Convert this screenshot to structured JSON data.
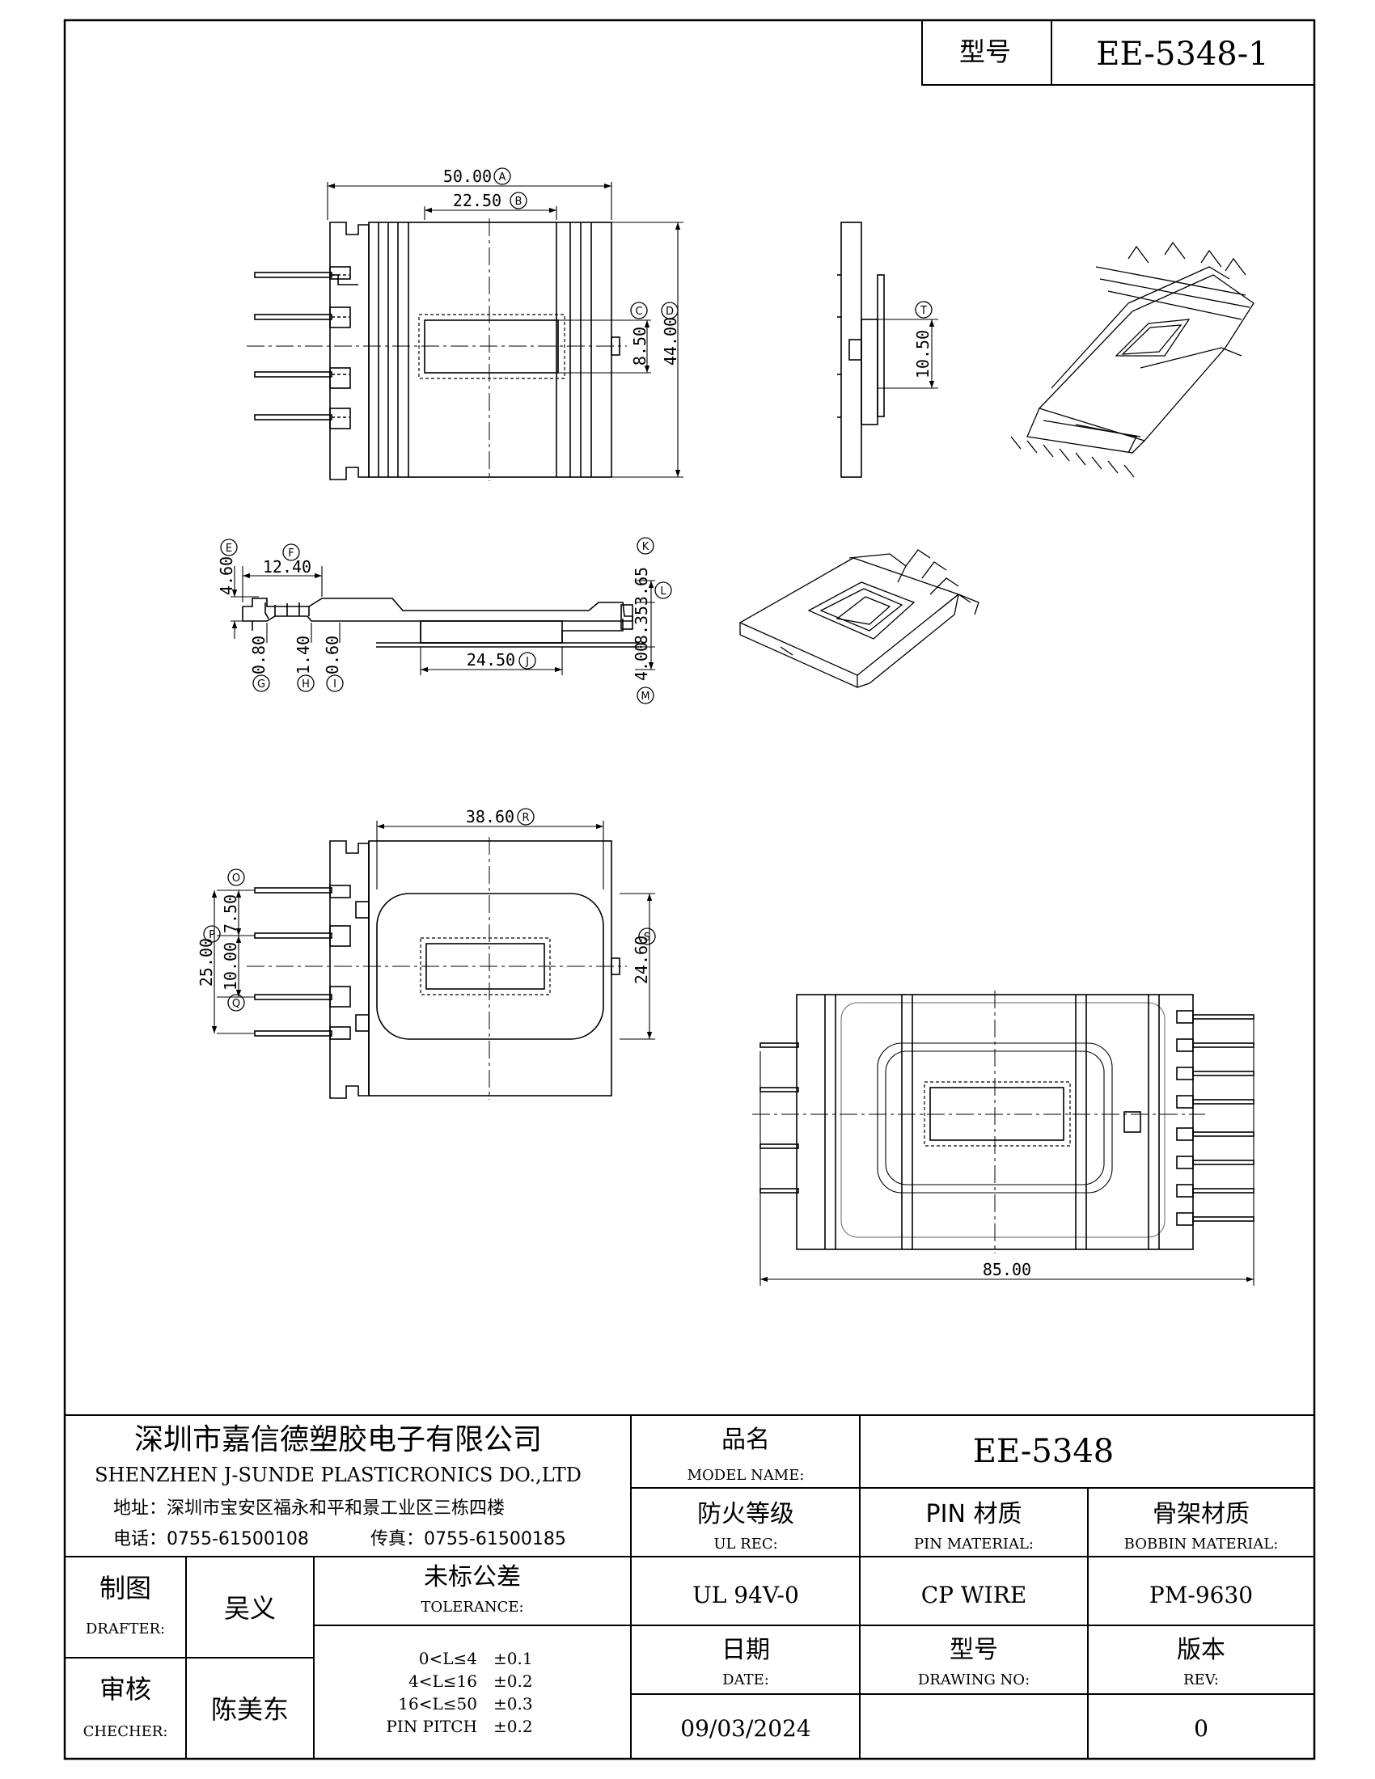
{
  "header": {
    "model_label": "型号",
    "model_value": "EE-5348-1"
  },
  "dims": {
    "A": "50.00",
    "B": "22.50",
    "C": "8.50",
    "D": "44.00",
    "T": "10.50",
    "E": "4.60",
    "F": "12.40",
    "G": "0.80",
    "H": "1.40",
    "I": "0.60",
    "J": "24.50",
    "K": "3.65",
    "L": "8.35",
    "M": "4.00",
    "R": "38.60",
    "O": "7.50",
    "P": "25.00",
    "Q": "10.00",
    "S": "24.60",
    "total": "85.00"
  },
  "callouts": [
    "A",
    "B",
    "C",
    "D",
    "T",
    "E",
    "F",
    "G",
    "H",
    "I",
    "J",
    "K",
    "L",
    "M",
    "R",
    "O",
    "P",
    "Q",
    "S"
  ],
  "title_block": {
    "company_cn": "深圳市嘉信德塑胶电子有限公司",
    "company_en": "SHENZHEN J-SUNDE PLASTICRONICS DO.,LTD",
    "address": "地址：深圳市宝安区福永和平和景工业区三栋四楼",
    "phone": "电话：0755-61500108",
    "fax": "传真：0755-61500185",
    "product_name_cn": "品名",
    "product_name_en": "MODEL NAME:",
    "product_name_value": "EE-5348",
    "fire_cn": "防火等级",
    "fire_en": "UL REC:",
    "fire_value": "UL 94V-0",
    "pin_cn": "PIN 材质",
    "pin_en": "PIN MATERIAL:",
    "pin_value": "CP WIRE",
    "bobbin_cn": "骨架材质",
    "bobbin_en": "BOBBIN MATERIAL:",
    "bobbin_value": "PM-9630",
    "drafter_cn": "制图",
    "drafter_en": "DRAFTER:",
    "drafter_value": "吴义",
    "checker_cn": "审核",
    "checker_en": "CHECHER:",
    "checker_value": "陈美东",
    "tolerance_cn": "未标公差",
    "tolerance_en": "TOLERANCE:",
    "tolerances": [
      {
        "range": "0<L≤4",
        "value": "±0.1"
      },
      {
        "range": "4<L≤16",
        "value": "±0.2"
      },
      {
        "range": "16<L≤50",
        "value": "±0.3"
      },
      {
        "range": "PIN PITCH",
        "value": "±0.2"
      }
    ],
    "date_cn": "日期",
    "date_en": "DATE:",
    "date_value": "09/03/2024",
    "drawing_cn": "型号",
    "drawing_en": "DRAWING NO:",
    "drawing_value": "",
    "rev_cn": "版本",
    "rev_en": "REV:",
    "rev_value": "0"
  }
}
